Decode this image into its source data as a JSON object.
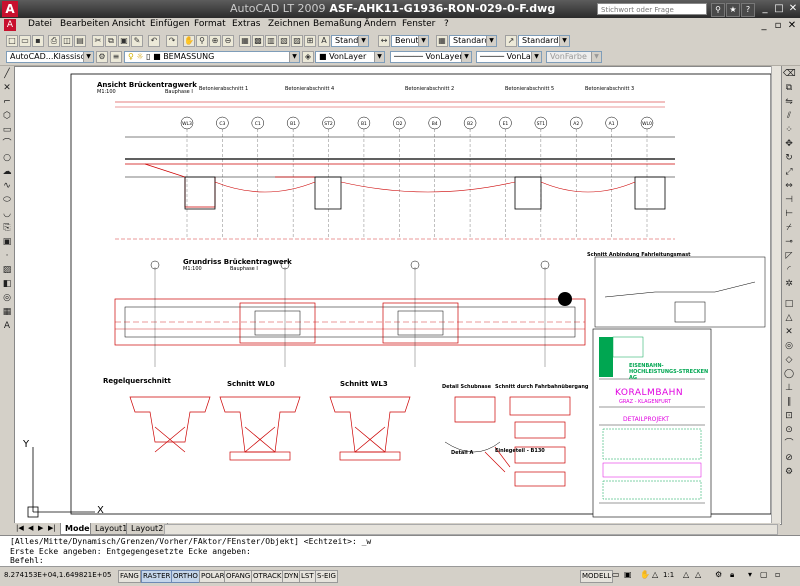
{
  "title": {
    "app": "AutoCAD LT 2009",
    "file": "ASF-AHK11-G1936-RON-029-0-F.dwg"
  },
  "help_search": {
    "placeholder": "Stichwort oder Frage eingeben"
  },
  "menu": [
    "Datei",
    "Bearbeiten",
    "Ansicht",
    "Einfügen",
    "Format",
    "Extras",
    "Zeichnen",
    "Bemaßung",
    "Ändern",
    "Fenster",
    "?"
  ],
  "toolbar1": {
    "textstyle": "Standard",
    "dimstyle": "Benutzt",
    "tablestyle": "Standard",
    "mleaderstyle": "Standard"
  },
  "toolbar2": {
    "workspace": "AutoCAD...Klassisch",
    "layer": "BEMASSUNG",
    "color": "VonLayer",
    "linetype": "VonLayer",
    "lineweight": "VonLayer",
    "plotstyle": "VonFarbe"
  },
  "drawing": {
    "title1": "Ansicht Brückentragwerk",
    "scale1": "M1:100",
    "sub1": "Bauphase I",
    "title2": "Grundriss Brückentragwerk",
    "scale2": "M1:100",
    "sub2": "Bauphase I",
    "title3": "Regelquerschnitt",
    "title4": "Schnitt WL0",
    "title5": "Schnitt WL3",
    "title6": "Detail Schubnase",
    "title7": "Schnitt durch Fahrbahnübergang",
    "title8": "Detail A",
    "title9": "Einlegeteil - B130",
    "title10": "Schnitt Anbindung Fahrleitungsmast",
    "beto1": "Betonierabschnitt 1",
    "beto4": "Betonierabschnitt 4",
    "beto2": "Betonierabschnitt 2",
    "beto5": "Betonierabschnitt 5",
    "beto3": "Betonierabschnitt 3",
    "axes": [
      "WL3",
      "C3",
      "C1",
      "B1",
      "ST2",
      "B1",
      "D2",
      "B4",
      "B2",
      "E1",
      "ST1",
      "A2",
      "A1",
      "WL0"
    ],
    "stamp_company": "EISENBAHN-HOCHLEISTUNGS-STRECKEN AG",
    "stamp_project": "KORALMBAHN",
    "stamp_sub": "GRAZ - KLAGENFURT",
    "stamp_phase": "DETAILPROJEKT"
  },
  "tabs": [
    "Model",
    "Layout1",
    "Layout2"
  ],
  "command": {
    "line1": "[Alles/Mitte/Dynamisch/Grenzen/Vorher/FAktor/FEnster/Objekt] <Echtzeit>: _w",
    "line2": "Erste Ecke angeben: Entgegengesetzte Ecke angeben:",
    "prompt": "Befehl:"
  },
  "status": {
    "coords": "8.274153E+04,1.649821E+05",
    "buttons": [
      "FANG",
      "RASTER",
      "ORTHO",
      "POLAR",
      "OFANG",
      "OTRACK",
      "DYN",
      "LST",
      "S-EIG"
    ],
    "model": "MODELL",
    "scale": "1:1"
  },
  "colors": {
    "drawing_red": "#cc0000",
    "stamp_green": "#00a651",
    "stamp_magenta": "#e000e0"
  }
}
